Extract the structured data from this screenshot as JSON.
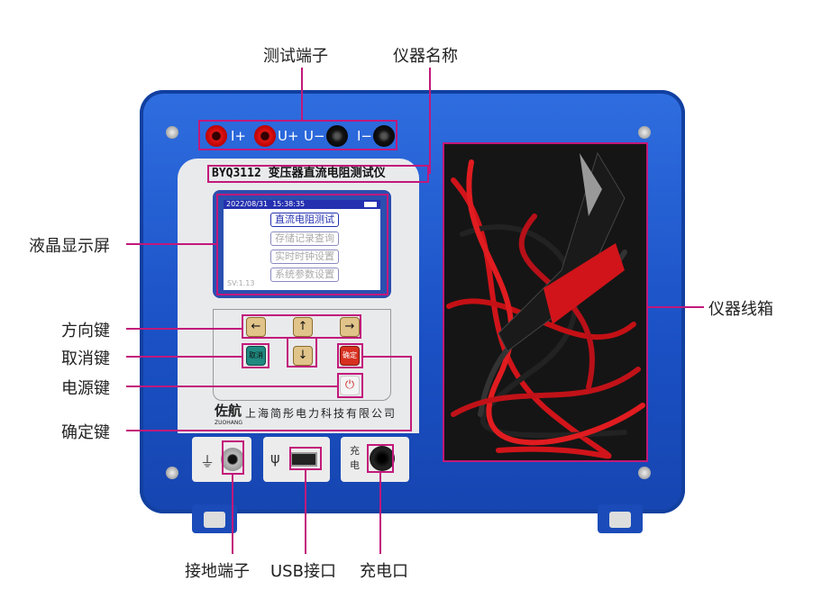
{
  "callouts": {
    "test_terminals": "测试端子",
    "instrument_name": "仪器名称",
    "lcd": "液晶显示屏",
    "direction_keys": "方向键",
    "cancel_key": "取消键",
    "power_key": "电源键",
    "confirm_key": "确定键",
    "cable_box": "仪器线箱",
    "ground_terminal": "接地端子",
    "usb_port": "USB接口",
    "charge_port": "充电口"
  },
  "device": {
    "title": "BYQ3112 变压器直流电阻测试仪",
    "terminals": [
      "I+",
      "U+",
      "U−",
      "I−"
    ],
    "screen": {
      "date": "2022/08/31",
      "time": "15:38:35",
      "menu": [
        "直流电阻测试",
        "存储记录查询",
        "实时时钟设置",
        "系统参数设置"
      ],
      "version": "SV:1.13"
    },
    "keys": {
      "left": "←",
      "up": "↑",
      "right": "→",
      "down": "↓",
      "cancel": "取消",
      "confirm": "确定",
      "power": "⏻"
    },
    "brand": "佐航",
    "brand_en": "ZUOHANG",
    "company": "上海简彤电力科技有限公司",
    "charge_label": "充 电"
  },
  "colors": {
    "callout": "#c2187a",
    "case": "#1f5ad0"
  }
}
